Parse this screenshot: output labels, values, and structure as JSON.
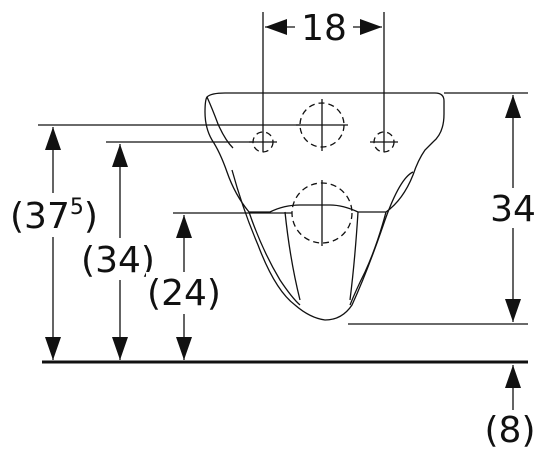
{
  "dimensions": {
    "top_width": "18",
    "right_height": "34",
    "left_outer_main": "(37",
    "left_outer_sup": "5",
    "left_outer_close": ")",
    "left_middle": "(34)",
    "left_inner": "(24)",
    "bottom": "(8)"
  }
}
